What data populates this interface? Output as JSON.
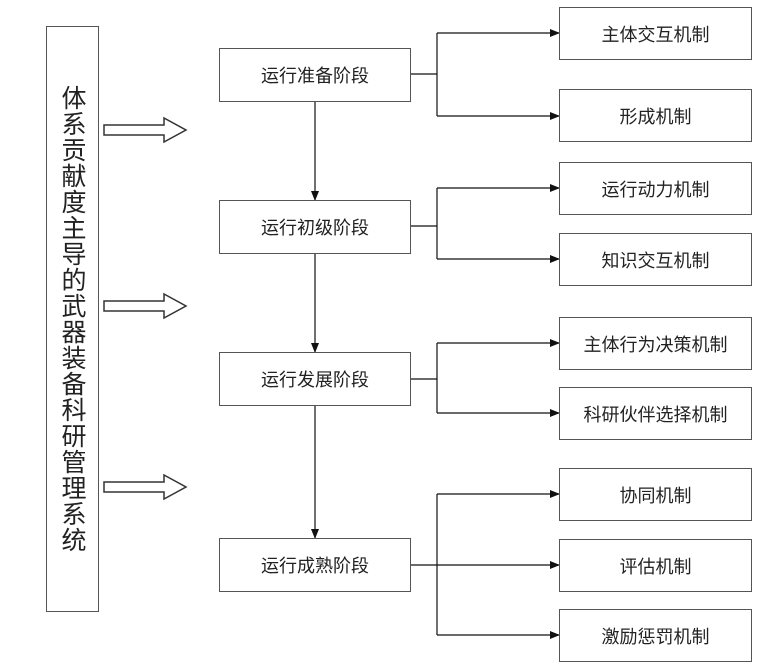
{
  "system_title": "体系贡献度主导的武器装备科研管理系统",
  "stages": [
    "运行准备阶段",
    "运行初级阶段",
    "运行发展阶段",
    "运行成熟阶段"
  ],
  "mechanisms": [
    "主体交互机制",
    "形成机制",
    "运行动力机制",
    "知识交互机制",
    "主体行为决策机制",
    "科研伙伴选择机制",
    "协同机制",
    "评估机制",
    "激励惩罚机制"
  ]
}
